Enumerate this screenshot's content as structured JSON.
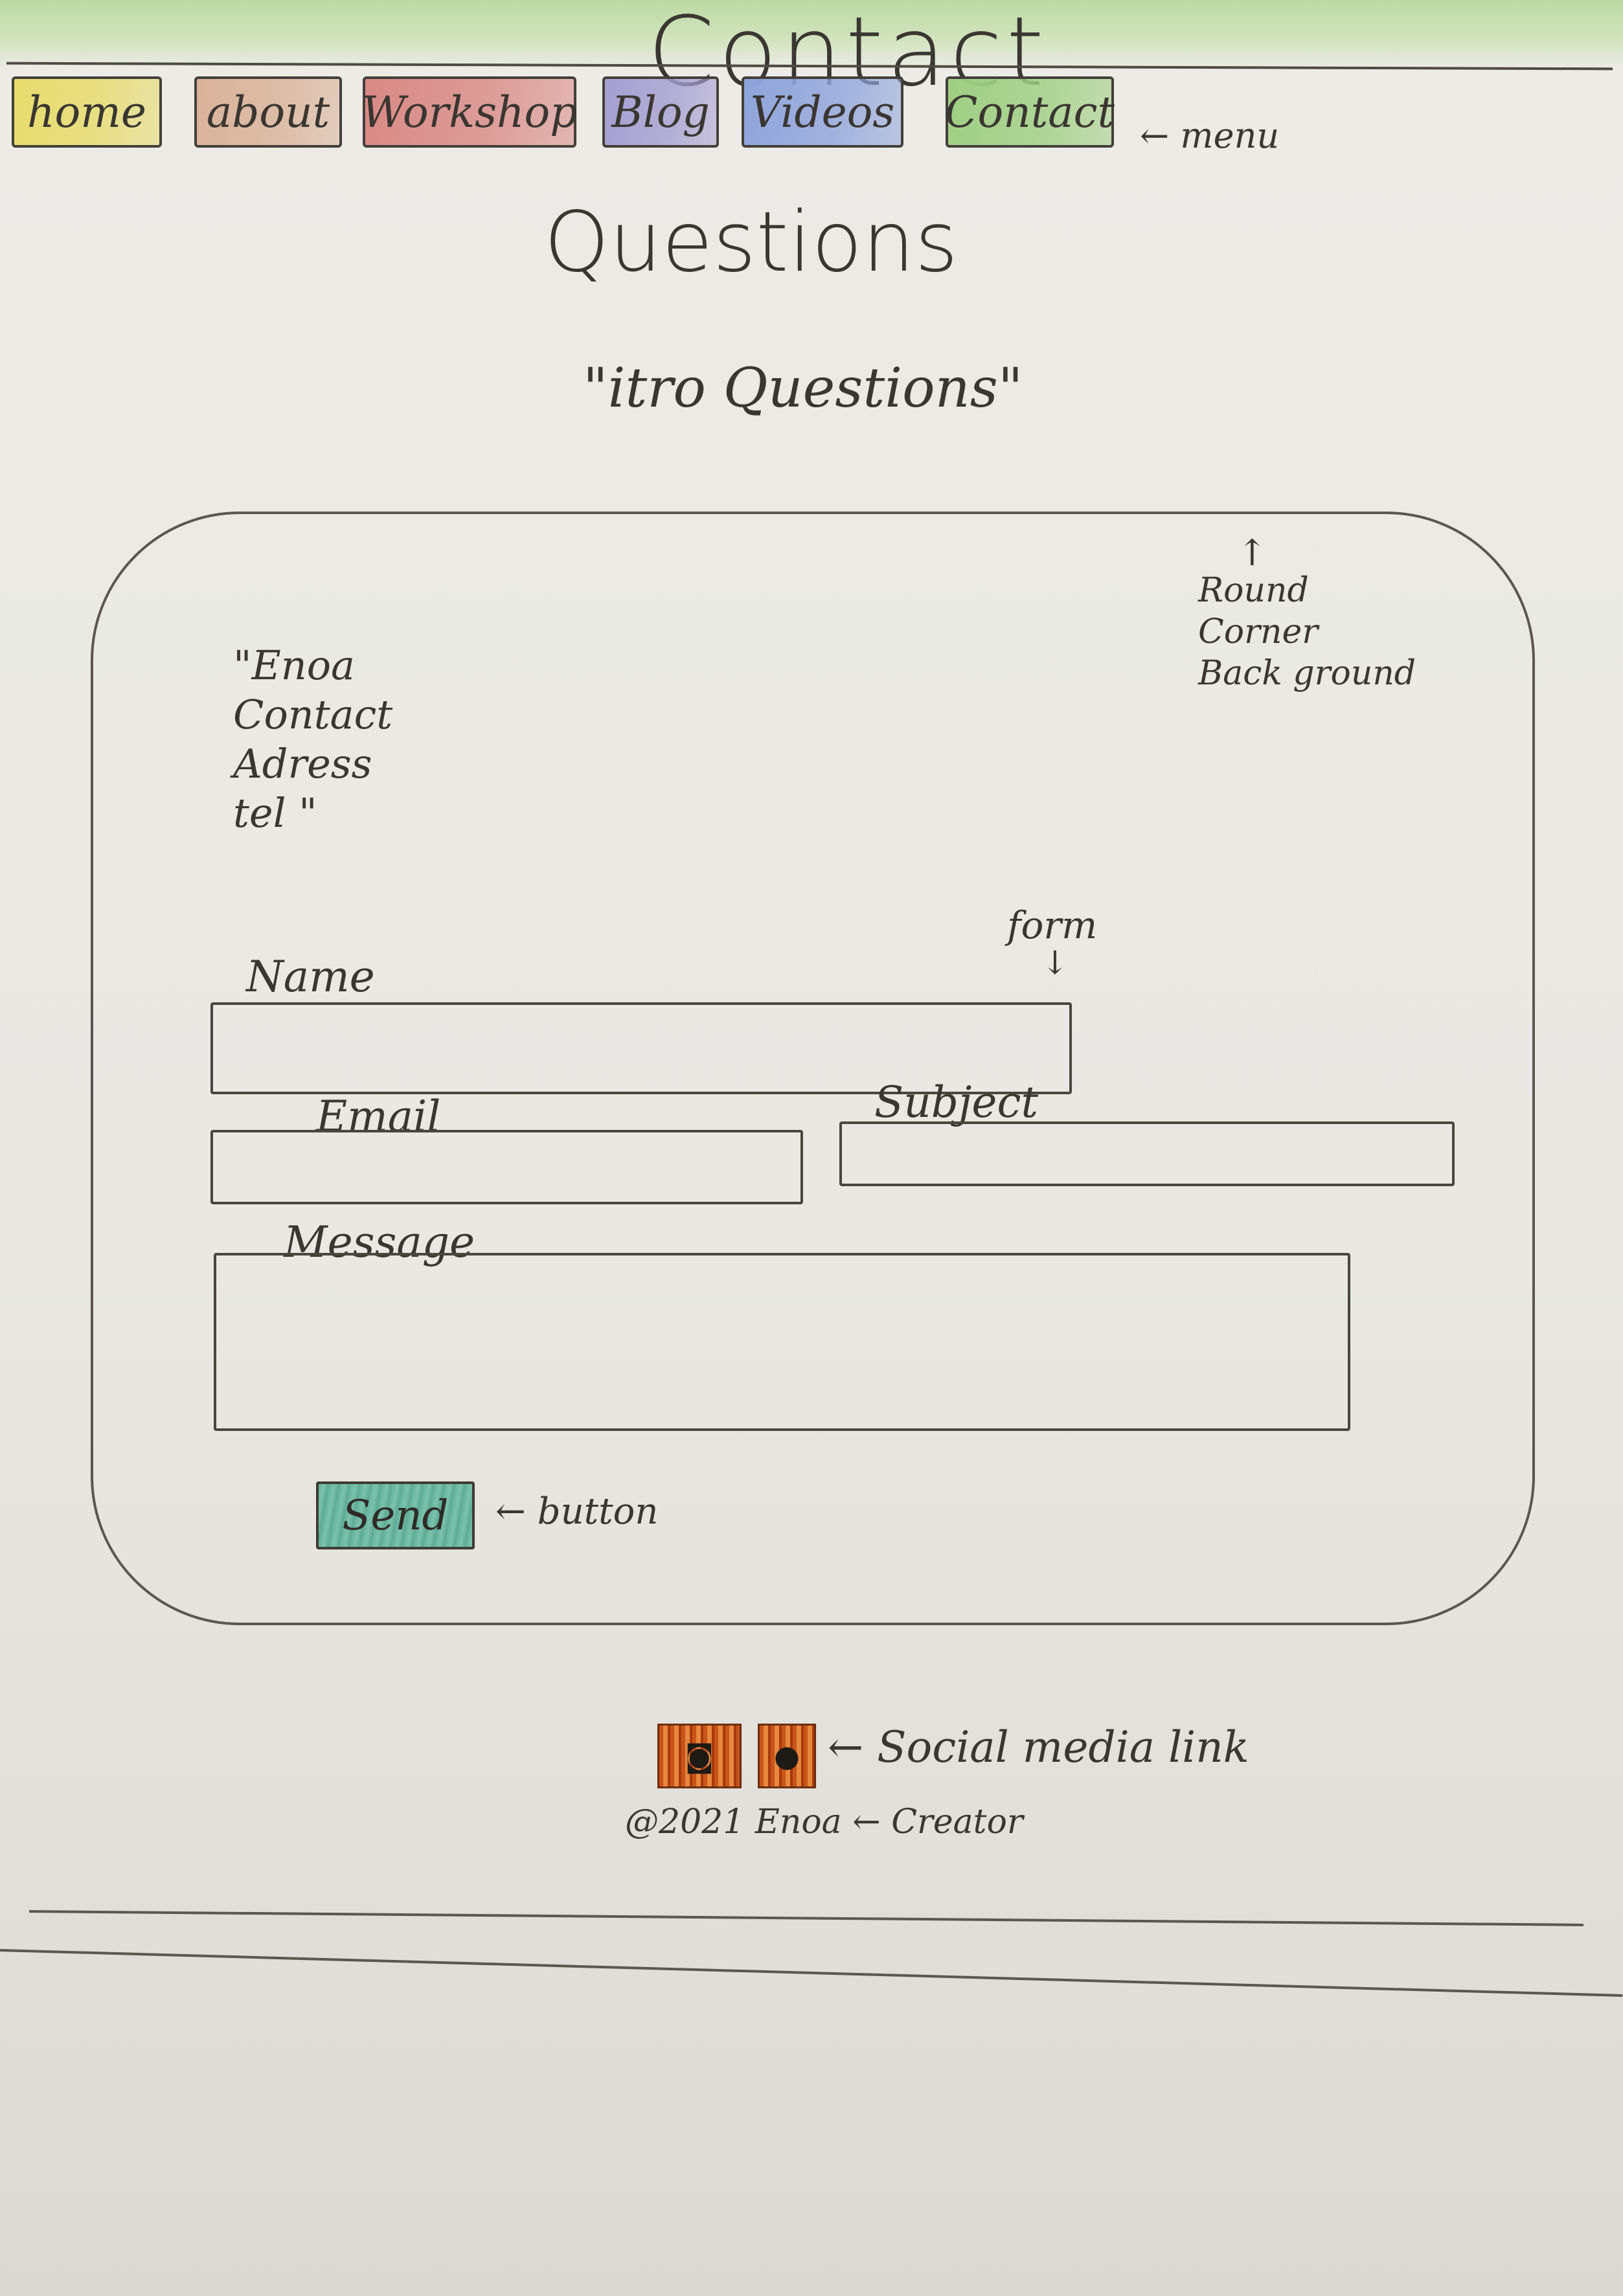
{
  "header": {
    "title": "Contact",
    "accent_color": "#bcd9a3"
  },
  "menu": {
    "items": [
      {
        "label": "home",
        "color": "#e7dc6c"
      },
      {
        "label": "about",
        "color": "#d9b299"
      },
      {
        "label": "Workshop",
        "color": "#d98985"
      },
      {
        "label": "Blog",
        "color": "#a59fd2"
      },
      {
        "label": "Videos",
        "color": "#8fa4dc"
      },
      {
        "label": "Contact",
        "color": "#9fcf83"
      }
    ],
    "note": "← menu"
  },
  "main": {
    "title": "Questions",
    "intro": "\"itro Questions\"",
    "card": {
      "note_arrow": "↑",
      "note_lines": [
        "Round",
        "Corner",
        "Back ground"
      ],
      "contact_info": [
        "\"Enoa",
        "Contact",
        "Adress",
        "tel \""
      ],
      "form_note": "form",
      "form_arrow": "↓",
      "fields": {
        "name": "Name",
        "email": "Email",
        "subject": "Subject",
        "message": "Message"
      },
      "send_label": "Send",
      "send_color": "#63b19c",
      "button_note": "← button"
    }
  },
  "footer": {
    "social_icons": [
      "instagram-icon",
      "facebook-icon"
    ],
    "social_color": "#c8541a",
    "social_note": "← Social media link",
    "copyright": "@2021 Enoa ← Creator"
  }
}
